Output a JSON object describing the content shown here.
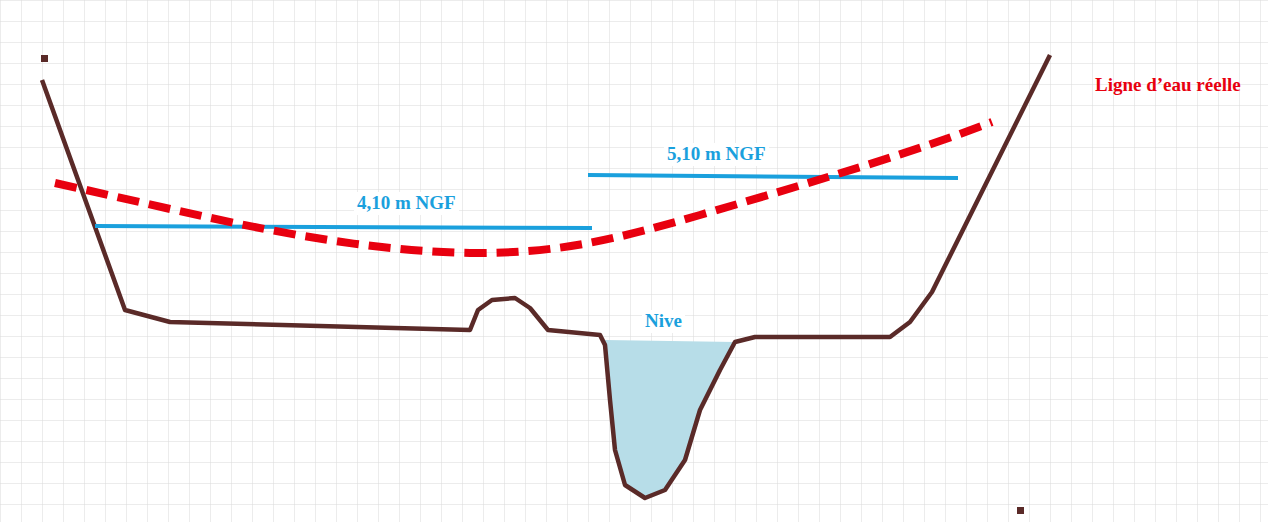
{
  "diagram": {
    "labels": [
      "Ligne d’eau réelle",
      "5,10 m NGF",
      "4,10 m NGF",
      "Nive"
    ]
  }
}
